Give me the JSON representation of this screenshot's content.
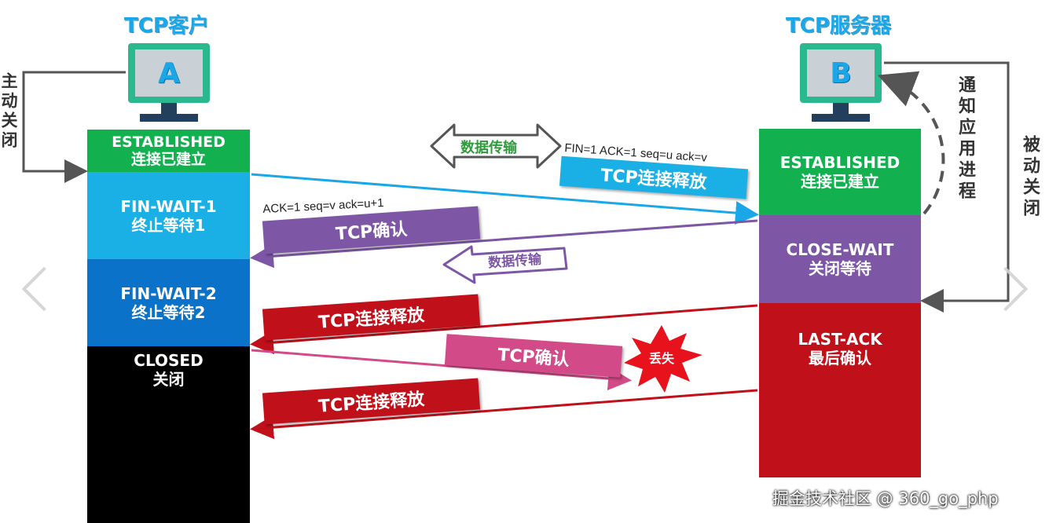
{
  "client": {
    "title": "TCP客户",
    "letter": "A",
    "side_label": "主动关闭",
    "states": [
      {
        "name": "ESTABLISHED",
        "sub": "连接已建立"
      },
      {
        "name": "FIN-WAIT-1",
        "sub": "终止等待1"
      },
      {
        "name": "FIN-WAIT-2",
        "sub": "终止等待2"
      },
      {
        "name": "CLOSED",
        "sub": "关闭"
      }
    ]
  },
  "server": {
    "title": "TCP服务器",
    "letter": "B",
    "notify_label": "通知应用进程",
    "side_label": "被动关闭",
    "states": [
      {
        "name": "ESTABLISHED",
        "sub": "连接已建立"
      },
      {
        "name": "CLOSE-WAIT",
        "sub": "关闭等待"
      },
      {
        "name": "LAST-ACK",
        "sub": "最后确认"
      }
    ]
  },
  "messages": {
    "data_transfer_top": "数据传输",
    "fin1_params": "FIN=1  ACK=1  seq=u  ack=v",
    "fin1_label": "TCP连接释放",
    "ack1_params": "ACK=1   seq=v   ack=u+1",
    "ack1_label": "TCP确认",
    "data_transfer_mid": "数据传输",
    "fin2_label": "TCP连接释放",
    "ack2_label": "TCP确认",
    "lost_label": "丢失",
    "fin2_retry_label": "TCP连接释放"
  },
  "watermark": "掘金技术社区 @ 360_go_php",
  "colors": {
    "green": "#12b04f",
    "light_blue": "#1ab0e6",
    "blue": "#0a73c9",
    "black": "#000000",
    "purple": "#7d57a6",
    "dark_red": "#c0101a",
    "pink": "#d24a87",
    "teal": "#2ab88e"
  }
}
